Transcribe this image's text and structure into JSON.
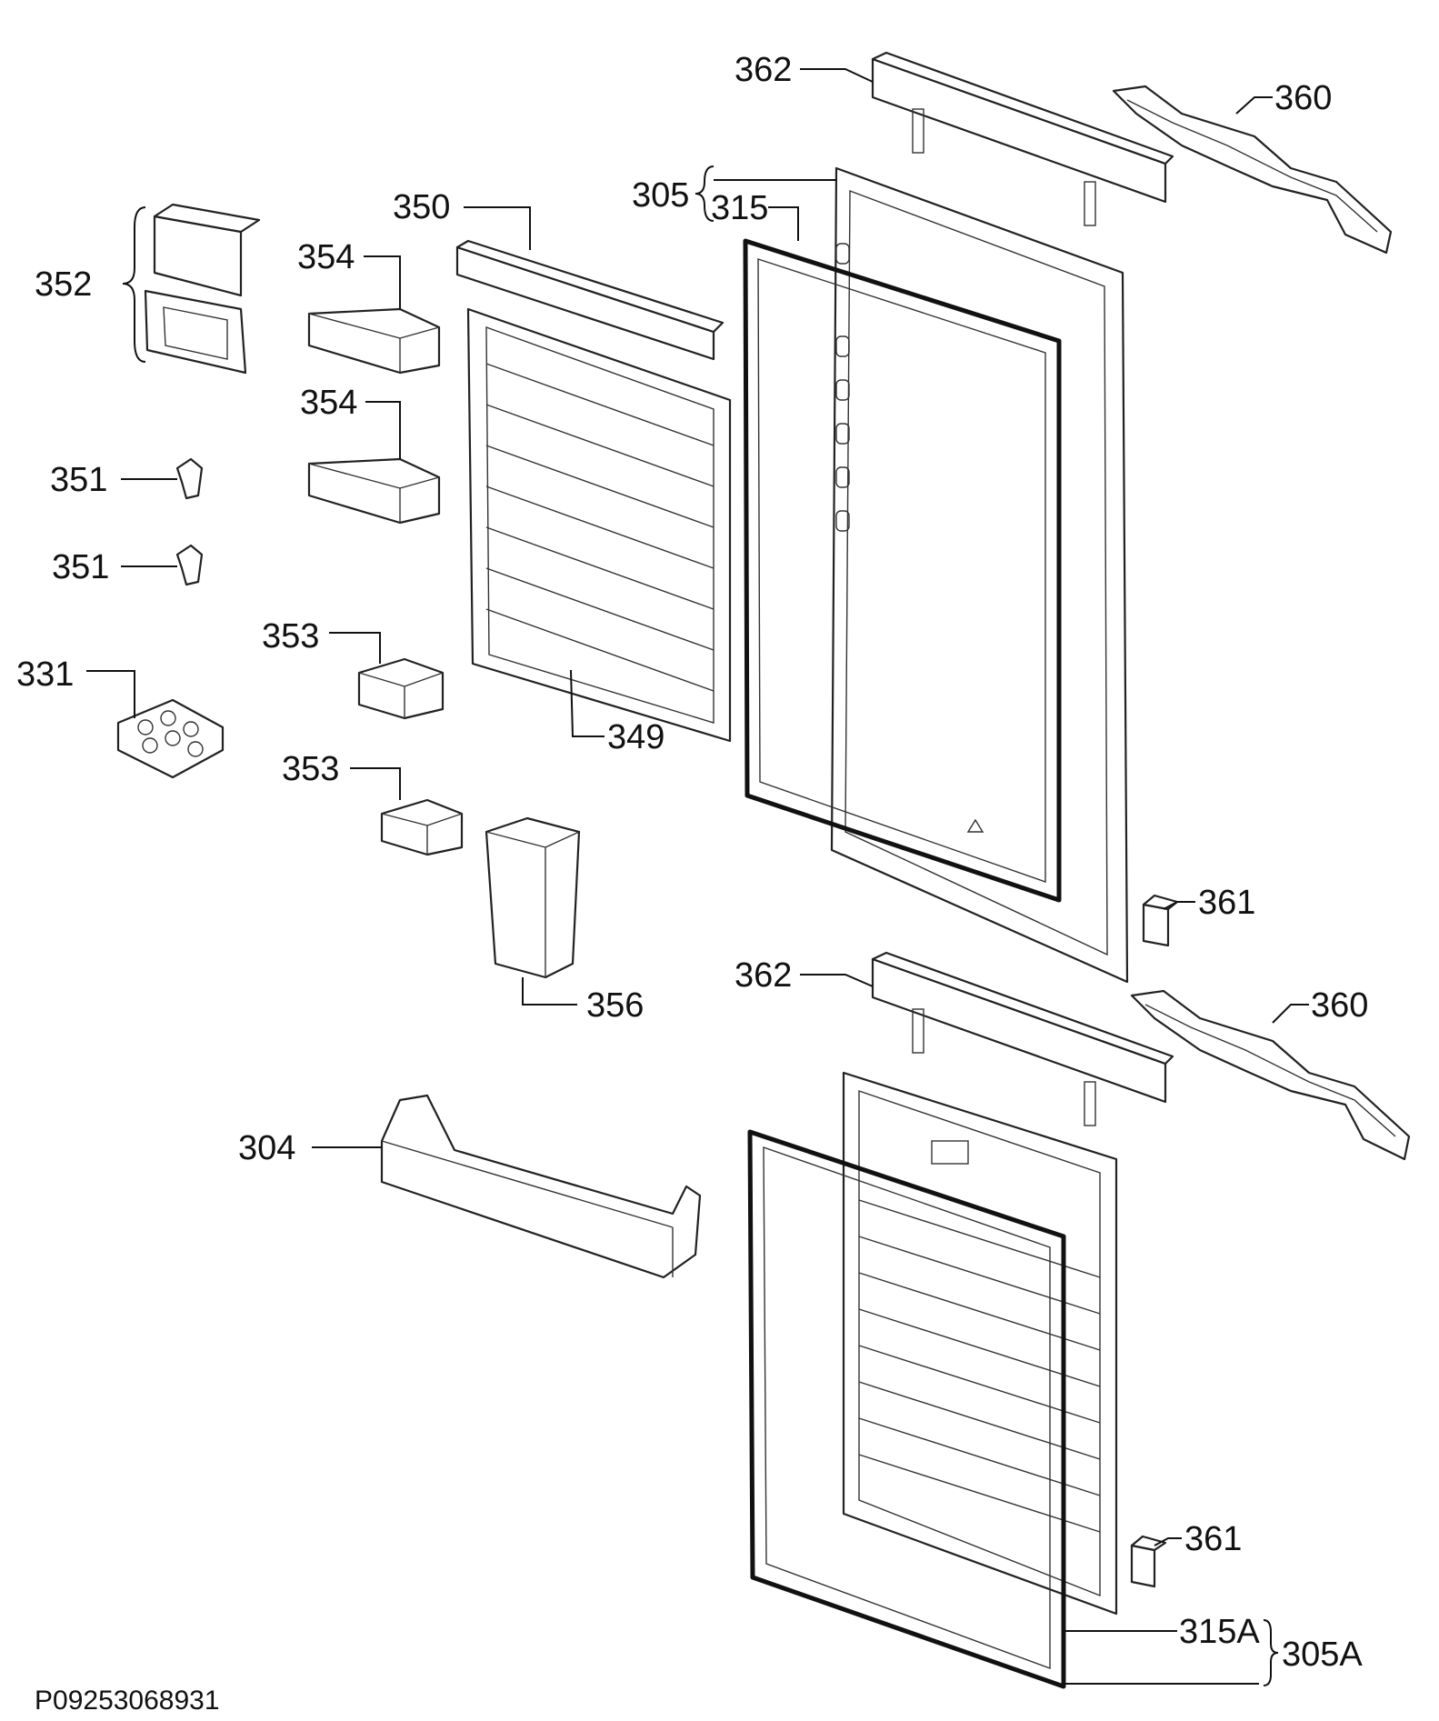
{
  "callouts": {
    "c362_top": "362",
    "c360_top": "360",
    "c305": "305",
    "c315": "315",
    "c350": "350",
    "c352": "352",
    "c354_a": "354",
    "c354_b": "354",
    "c351_a": "351",
    "c351_b": "351",
    "c353_a": "353",
    "c331": "331",
    "c349": "349",
    "c353_b": "353",
    "c361_top": "361",
    "c362_bottom": "362",
    "c360_bottom": "360",
    "c356": "356",
    "c304": "304",
    "c361_bottom": "361",
    "c315A": "315A",
    "c305A": "305A"
  },
  "footer_code": "P09253068931"
}
